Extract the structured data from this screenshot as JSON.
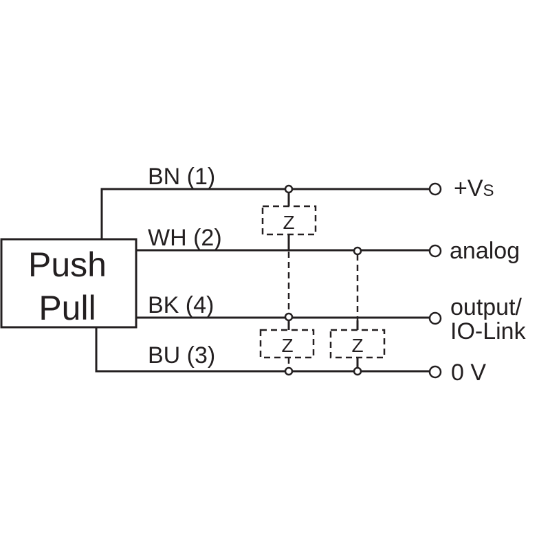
{
  "diagram": {
    "type": "wiring-diagram",
    "block": {
      "line1": "Push",
      "line2": "Pull"
    },
    "wires": [
      {
        "id": "bn",
        "label": "BN (1)",
        "terminal": "+V",
        "terminal_sub": "S"
      },
      {
        "id": "wh",
        "label": "WH (2)",
        "terminal": "analog"
      },
      {
        "id": "bk",
        "label": "BK (4)",
        "terminal_line1": "output/",
        "terminal_line2": "IO-Link"
      },
      {
        "id": "bu",
        "label": "BU (3)",
        "terminal": "0 V"
      }
    ],
    "loads": [
      {
        "label": "Z",
        "between": "BN (1) – BK (4)"
      },
      {
        "label": "Z",
        "between": "BK (4) – BU (3)"
      },
      {
        "label": "Z",
        "between": "WH (2) – BU (3)"
      }
    ],
    "colors": {
      "ink": "#231f20",
      "background": "#ffffff"
    }
  }
}
